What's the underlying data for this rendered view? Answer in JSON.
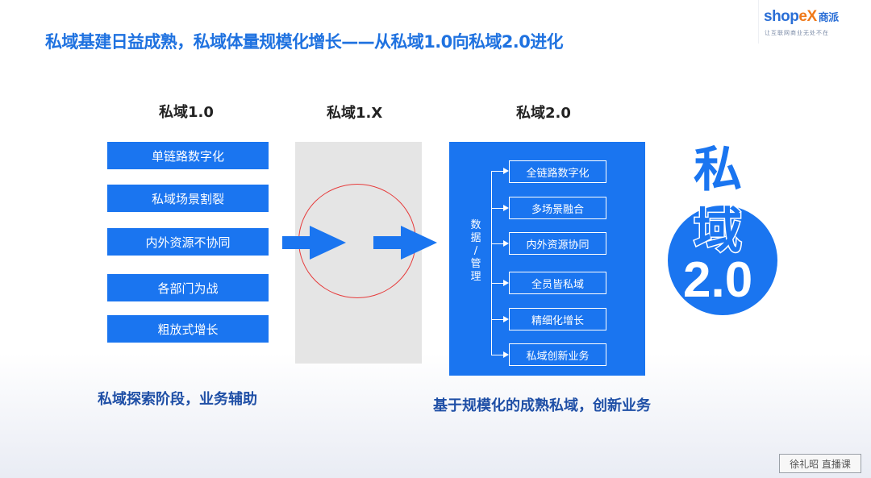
{
  "header": {
    "title": "私域基建日益成熟，私域体量规模化增长——从私域1.0向私域2.0进化",
    "logo_text_a": "shop",
    "logo_text_x": "eX",
    "logo_cn": "商派",
    "logo_tagline": "让互联网商业无处不在"
  },
  "stages": {
    "s1": "私域1.0",
    "s2": "私域1.X",
    "s3": "私域2.0"
  },
  "left_items": [
    "单链路数字化",
    "私域场景割裂",
    "内外资源不协同",
    "各部门为战",
    "粗放式增长"
  ],
  "right_panel": {
    "vertical_label": [
      "数",
      "据",
      "/",
      "管",
      "理"
    ],
    "items": [
      "全链路数字化",
      "多场景融合",
      "内外资源协同",
      "全员皆私域",
      "精细化增长",
      "私域创新业务"
    ]
  },
  "big_badge": {
    "line1": "私",
    "line2": "域",
    "line3": "2.0"
  },
  "captions": {
    "left": "私域探索阶段，业务辅助",
    "right": "基于规模化的成熟私域，创新业务"
  },
  "watermark": "徐礼昭 直播课",
  "colors": {
    "accent": "#1a75f0",
    "title": "#1f72e0",
    "circle": "#e63c3c"
  }
}
